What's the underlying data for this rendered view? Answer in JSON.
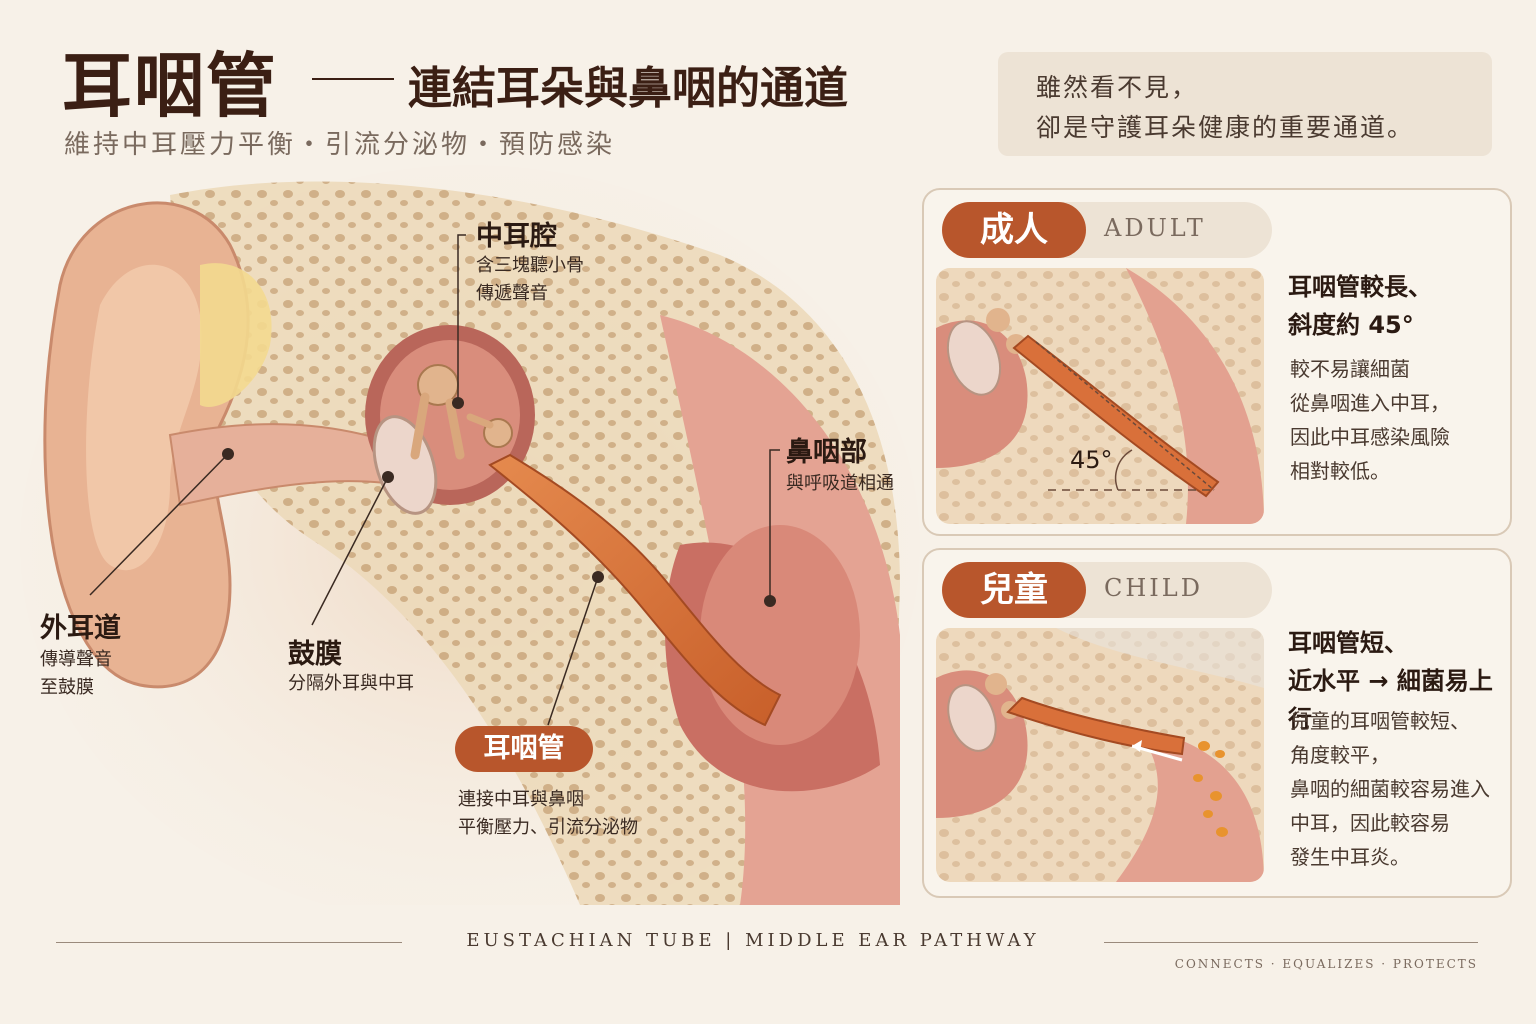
{
  "header": {
    "title": "耳咽管",
    "subtitle_main": "連結耳朵與鼻咽的通道",
    "tagline": "維持中耳壓力平衡・引流分泌物・預防感染"
  },
  "quote": {
    "line1": "雖然看不見，",
    "line2": "卻是守護耳朵健康的重要通道。"
  },
  "labels": {
    "middle_ear": {
      "title": "中耳腔",
      "desc1": "含三塊聽小骨",
      "desc2": "傳遞聲音"
    },
    "ear_canal": {
      "title": "外耳道",
      "desc1": "傳導聲音",
      "desc2": "至鼓膜"
    },
    "eardrum": {
      "title": "鼓膜",
      "desc1": "分隔外耳與中耳"
    },
    "nasopharynx": {
      "title": "鼻咽部",
      "desc1": "與呼吸道相通"
    },
    "eustachian": {
      "title": "耳咽管",
      "desc1": "連接中耳與鼻咽",
      "desc2": "平衡壓力、引流分泌物"
    }
  },
  "adult": {
    "label": "成人",
    "label_en": "ADULT",
    "angle_label": "45°",
    "head1": "耳咽管較長、",
    "head2": "斜度約 45°",
    "body": [
      "較不易讓細菌",
      "從鼻咽進入中耳，",
      "因此中耳感染風險",
      "相對較低。"
    ]
  },
  "child": {
    "label": "兒童",
    "label_en": "CHILD",
    "head1": "耳咽管短、",
    "head2": "近水平 → 細菌易上行",
    "body": [
      "兒童的耳咽管較短、",
      "角度較平，",
      "鼻咽的細菌較容易進入",
      "中耳，因此較容易",
      "發生中耳炎。"
    ]
  },
  "footer": {
    "main": "EUSTACHIAN TUBE  |  MIDDLE EAR PATHWAY",
    "small": "CONNECTS  ·  EQUALIZES  ·  PROTECTS"
  },
  "colors": {
    "accent": "#b8562c",
    "title": "#3b1f14",
    "background": "#f7f1e8"
  }
}
